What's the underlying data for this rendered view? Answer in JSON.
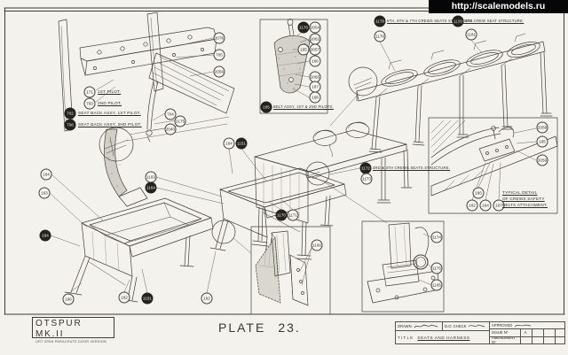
{
  "watermark": {
    "url": "http://scalemodels.ru"
  },
  "plate": {
    "label": "PLATE",
    "number": "23."
  },
  "model_box": {
    "title": "OTSPUR MK.II",
    "subtitle": "ORT SPAN PARACHUTE DOOR VERSION"
  },
  "title_block": {
    "drawn_label": "DRAWN",
    "do_check_label": "D.O. CHECK",
    "approved_label": "APPROVED",
    "title_label": "TITLE",
    "title_value": "SEATS AND HARNESS",
    "issue_label": "ISSUE Nº",
    "issue_value": "A",
    "amendment_label": "AMENDMENT Nº"
  },
  "labels": {
    "pilot1": "1ST PILOT.",
    "pilot2": "2ND PILOT.",
    "seat_back_1": "SEAT BACK ASSY, 1ST PILOT.",
    "seat_back_2": "SEAT BACK ASSY, 2ND PILOT.",
    "belt_assy": "BELT ASSY, 1ST & 2ND PILOTS.",
    "crews_567": "5TH, 6TH & 7TH CREWS SEATS STRUCTURE.",
    "crew_8": "8TH CREW SEAT STRUCTURE.",
    "crews_34": "3RD & 4TH CREWS SEATS STRUCTURE.",
    "typical_detail_1": "TYPICAL DETAIL",
    "typical_detail_2": "OF CREWS SAFETY",
    "typical_detail_3": "BELTS ATTACHMENT."
  },
  "callouts": {
    "tl_2076": "2076",
    "tl_705": "705",
    "tl_2056": "2056",
    "tl_171": "171",
    "tl_703": "703",
    "tl_702": "702",
    "tl_706": "706",
    "tl_704": "704",
    "tl_2175": "2175",
    "tl_2040": "2040",
    "bb_1170": "1170",
    "bb_2054": "2054",
    "bb_2062": "2062",
    "bb_165": "165",
    "bb_2057": "2057",
    "bb_166": "166",
    "bb_2065": "2065",
    "bb_167": "167",
    "bb_168": "168",
    "bb_cap": "165",
    "tr_1178": "1178",
    "tr_1179": "1179",
    "tr_1180": "1180",
    "tr_1181": "1181",
    "mb_1172": "1172",
    "mb_1173": "1173",
    "mb_1170": "1170",
    "mb_1171": "1171",
    "lt_164a": "164",
    "lt_163": "163",
    "lt_164b": "164",
    "lt_1163": "1163",
    "lt_1164": "1164",
    "lt_164c": "164",
    "lt_1151": "1151",
    "lt_166": "166",
    "lt_162a": "162",
    "lt_1161": "1161",
    "lt_162b": "162",
    "rd_2058": "2058",
    "rd_165": "165",
    "rd_2059": "2059",
    "rd_166": "166",
    "rd_162": "162",
    "rd_164": "164",
    "rd_167": "167",
    "bl_1166": "1166",
    "br_1174": "1174",
    "br_1175": "1175",
    "br_1165": "1165"
  }
}
